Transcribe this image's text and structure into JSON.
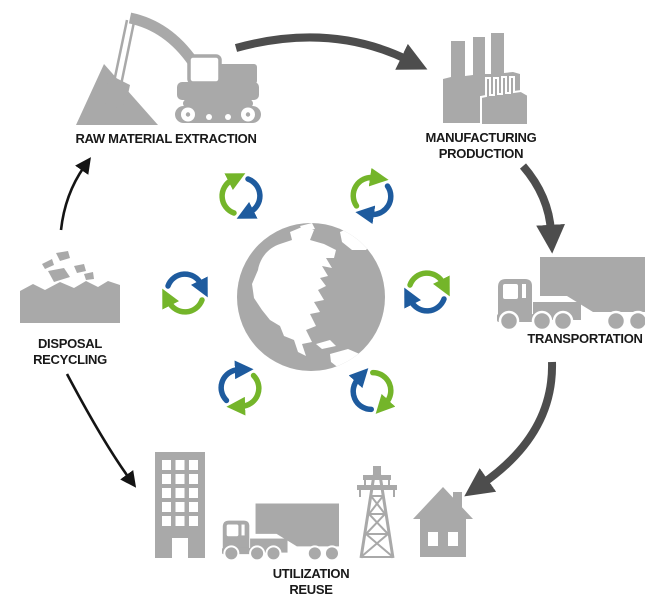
{
  "colors": {
    "background": "#ffffff",
    "icon_gray": "#a9a9a9",
    "thick_arrow": "#4d4d4d",
    "thin_arrow": "#141414",
    "recycle_green": "#74b52a",
    "recycle_blue": "#1e5b9e",
    "label_text": "#191919"
  },
  "stages": {
    "extraction": {
      "label": "RAW MATERIAL EXTRACTION",
      "icon": "excavator-icon"
    },
    "manufacturing": {
      "line1": "MANUFACTURING",
      "line2": "PRODUCTION",
      "icon": "factory-icon"
    },
    "transportation": {
      "label": "TRANSPORTATION",
      "icon": "semi-truck-icon"
    },
    "utilization": {
      "line1": "UTILIZATION",
      "line2": "REUSE",
      "icons": [
        "office-building-icon",
        "semi-truck-icon",
        "power-pylon-icon",
        "house-icon"
      ]
    },
    "disposal": {
      "line1": "DISPOSAL",
      "line2": "RECYCLING",
      "icon": "landfill-icon"
    }
  },
  "center": {
    "icon": "earth-globe-icon",
    "recycle_pair_count": 6
  },
  "arrows": {
    "thick": [
      "raw-material-extraction to manufacturing-production",
      "manufacturing-production to transportation",
      "transportation to utilization-reuse"
    ],
    "thin": [
      "disposal-recycling to raw-material-extraction",
      "disposal-recycling to utilization-reuse"
    ]
  }
}
